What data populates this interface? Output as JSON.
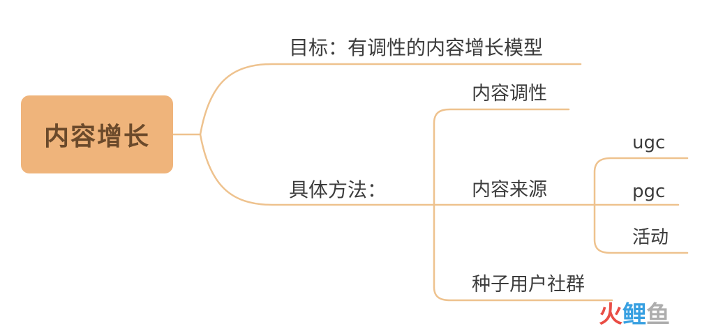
{
  "colors": {
    "line": "#eec28e",
    "root_fill": "#efb47b",
    "root_text": "#6b4a2b",
    "node_text": "#3c3c3c",
    "watermark_red": "#e8443c",
    "watermark_blue": "#2e9be0",
    "watermark_gray": "#a9a9a9"
  },
  "mindmap": {
    "root": {
      "label": "内容增长"
    },
    "goal": {
      "label": "目标：有调性的内容增长模型"
    },
    "method": {
      "label": "具体方法：",
      "children": {
        "tone": {
          "label": "内容调性"
        },
        "source": {
          "label": "内容来源",
          "children": {
            "ugc": {
              "label": "ugc"
            },
            "pgc": {
              "label": "pgc"
            },
            "event": {
              "label": "活动"
            }
          }
        },
        "seed": {
          "label": "种子用户社群"
        }
      }
    }
  },
  "watermark": {
    "glyphs": [
      "火",
      "鲤",
      "鱼"
    ]
  }
}
